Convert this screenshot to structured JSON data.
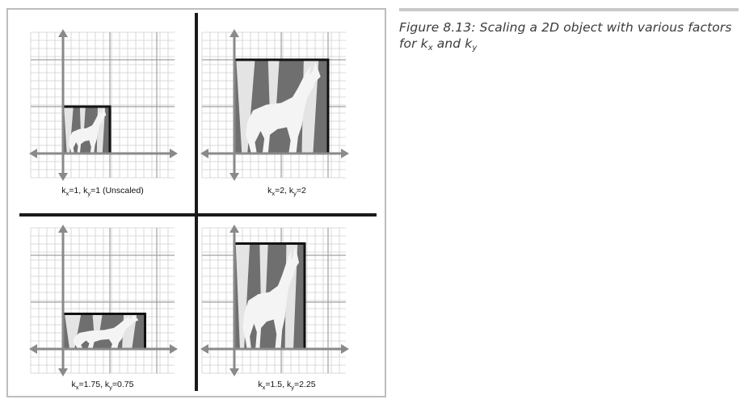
{
  "caption": {
    "prefix": "Figure 8.13: Scaling a 2D object with various factors for ",
    "var1": "k",
    "sub1": "x",
    "middle": " and ",
    "var2": "k",
    "sub2": "y"
  },
  "panels": [
    {
      "id": "top-left",
      "kx": 1,
      "ky": 1,
      "label": {
        "k1": "k",
        "s1": "x",
        "v1": "=1, ",
        "k2": "k",
        "s2": "y",
        "v2": "=1  (Unscaled)"
      }
    },
    {
      "id": "top-right",
      "kx": 2,
      "ky": 2,
      "label": {
        "k1": "k",
        "s1": "x",
        "v1": "=2, ",
        "k2": "k",
        "s2": "y",
        "v2": "=2"
      }
    },
    {
      "id": "bottom-left",
      "kx": 1.75,
      "ky": 0.75,
      "label": {
        "k1": "k",
        "s1": "x",
        "v1": "=1.75, ",
        "k2": "k",
        "s2": "y",
        "v2": "=0.75"
      }
    },
    {
      "id": "bottom-right",
      "kx": 1.5,
      "ky": 2.25,
      "label": {
        "k1": "k",
        "s1": "x",
        "v1": "=1.5, ",
        "k2": "k",
        "s2": "y",
        "v2": "=2.25"
      }
    }
  ],
  "colors": {
    "grid": "#cfcfcf",
    "axis": "#8a8a8a",
    "image_bg": "#6f6f6f",
    "silhouette": "#f4f4f4",
    "divider": "#1a1a1a"
  },
  "icons": {
    "subject": "howling-wolf-icon"
  }
}
